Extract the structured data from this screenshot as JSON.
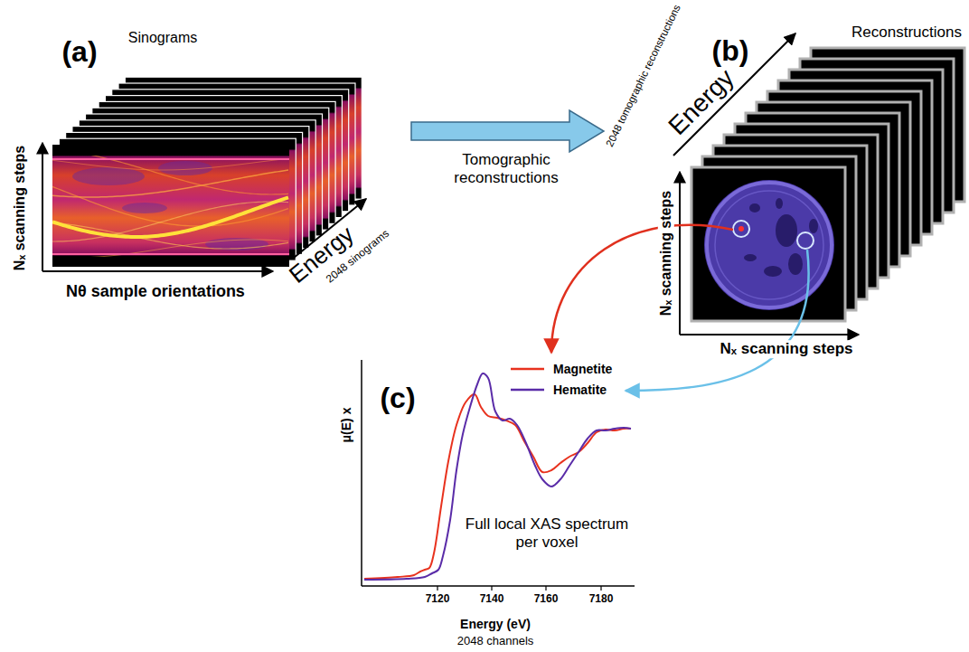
{
  "diagram": {
    "labels": [
      "(a)",
      "Sinograms",
      "Nₓ scanning steps",
      "Nθ sample orientations",
      "Energy",
      "2048 sinograms",
      "Tomographic reconstructions",
      "(b)",
      "2048 tomographic reconstructions",
      "Energy",
      "Reconstructions",
      "Nₓ scanning steps",
      "Nₓ scanning steps",
      "(c)",
      "μ(E) x",
      "Full local XAS spectrum per voxel",
      "7120",
      "7140",
      "7160",
      "7180",
      "Energy (eV)",
      "2048 channels"
    ],
    "legend": [
      {
        "text": "Magnetite"
      },
      {
        "text": "Hematite"
      }
    ]
  }
}
